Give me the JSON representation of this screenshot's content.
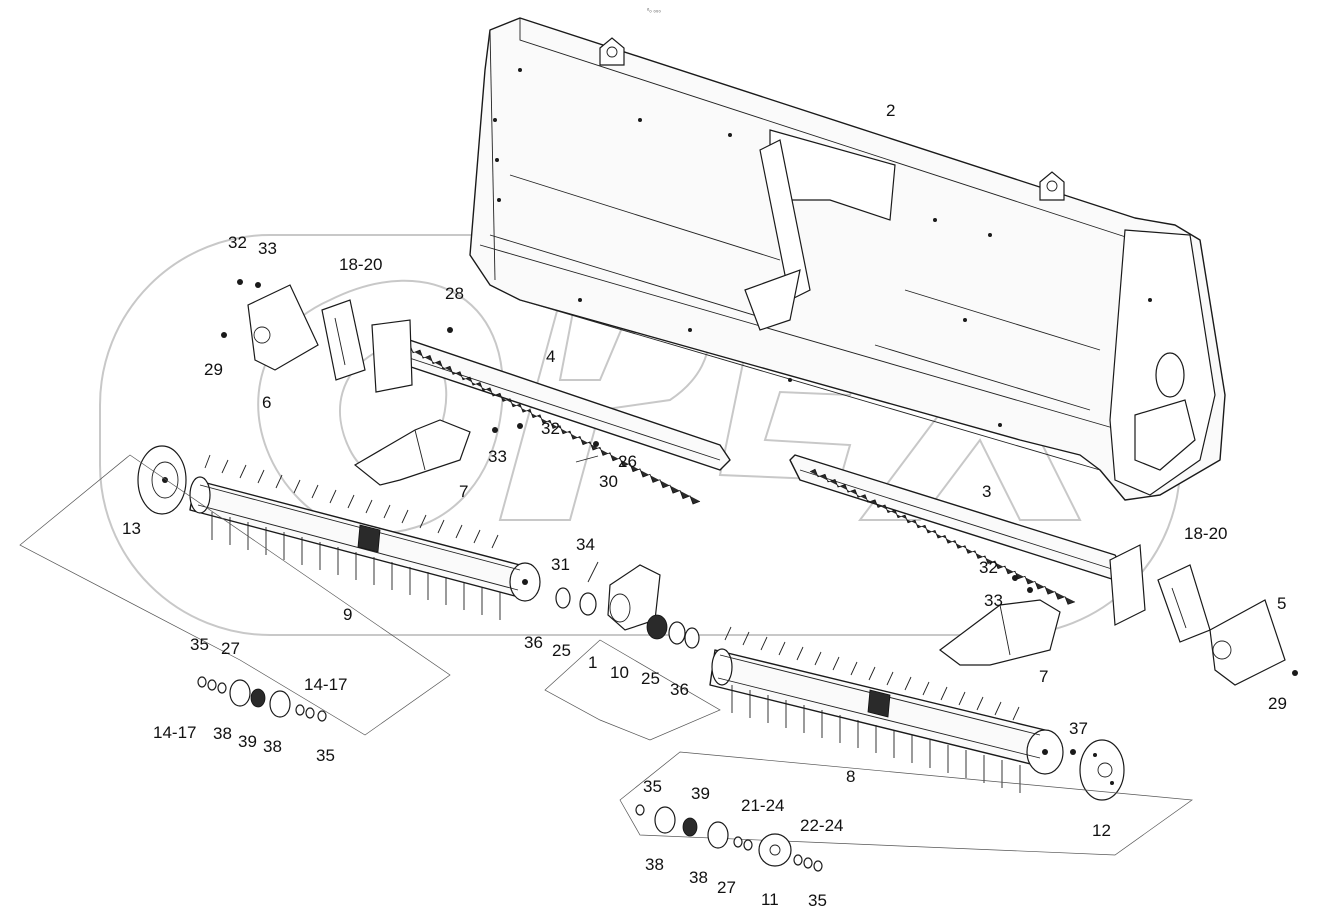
{
  "header": {
    "small_text": "ᵒ₀ ₀₀₀"
  },
  "labels": [
    {
      "id": "l2",
      "text": "2"
    },
    {
      "id": "l32a",
      "text": "32"
    },
    {
      "id": "l33a",
      "text": "33"
    },
    {
      "id": "l18a",
      "text": "18-20"
    },
    {
      "id": "l28",
      "text": "28"
    },
    {
      "id": "l29a",
      "text": "29"
    },
    {
      "id": "l6",
      "text": "6"
    },
    {
      "id": "l4",
      "text": "4"
    },
    {
      "id": "l32b",
      "text": "32"
    },
    {
      "id": "l33b",
      "text": "33"
    },
    {
      "id": "l26",
      "text": "26"
    },
    {
      "id": "l30",
      "text": "30"
    },
    {
      "id": "l7a",
      "text": "7"
    },
    {
      "id": "l13",
      "text": "13"
    },
    {
      "id": "l3",
      "text": "3"
    },
    {
      "id": "l18b",
      "text": "18-20"
    },
    {
      "id": "l9",
      "text": "9"
    },
    {
      "id": "l34",
      "text": "34"
    },
    {
      "id": "l31",
      "text": "31"
    },
    {
      "id": "l32c",
      "text": "32"
    },
    {
      "id": "l33c",
      "text": "33"
    },
    {
      "id": "l5",
      "text": "5"
    },
    {
      "id": "l36a",
      "text": "36"
    },
    {
      "id": "l25a",
      "text": "25"
    },
    {
      "id": "l1",
      "text": "1"
    },
    {
      "id": "l10",
      "text": "10"
    },
    {
      "id": "l25b",
      "text": "25"
    },
    {
      "id": "l36b",
      "text": "36"
    },
    {
      "id": "l7b",
      "text": "7"
    },
    {
      "id": "l29b",
      "text": "29"
    },
    {
      "id": "l35a",
      "text": "35"
    },
    {
      "id": "l27a",
      "text": "27"
    },
    {
      "id": "l1417a",
      "text": "14-17"
    },
    {
      "id": "l1417b",
      "text": "14-17"
    },
    {
      "id": "l38a",
      "text": "38"
    },
    {
      "id": "l39a",
      "text": "39"
    },
    {
      "id": "l38b",
      "text": "38"
    },
    {
      "id": "l35b",
      "text": "35"
    },
    {
      "id": "l37",
      "text": "37"
    },
    {
      "id": "l8",
      "text": "8"
    },
    {
      "id": "l12",
      "text": "12"
    },
    {
      "id": "l35c",
      "text": "35"
    },
    {
      "id": "l39b",
      "text": "39"
    },
    {
      "id": "l2124",
      "text": "21-24"
    },
    {
      "id": "l2224",
      "text": "22-24"
    },
    {
      "id": "l38c",
      "text": "38"
    },
    {
      "id": "l38d",
      "text": "38"
    },
    {
      "id": "l27b",
      "text": "27"
    },
    {
      "id": "l11",
      "text": "11"
    },
    {
      "id": "l35d",
      "text": "35"
    }
  ]
}
